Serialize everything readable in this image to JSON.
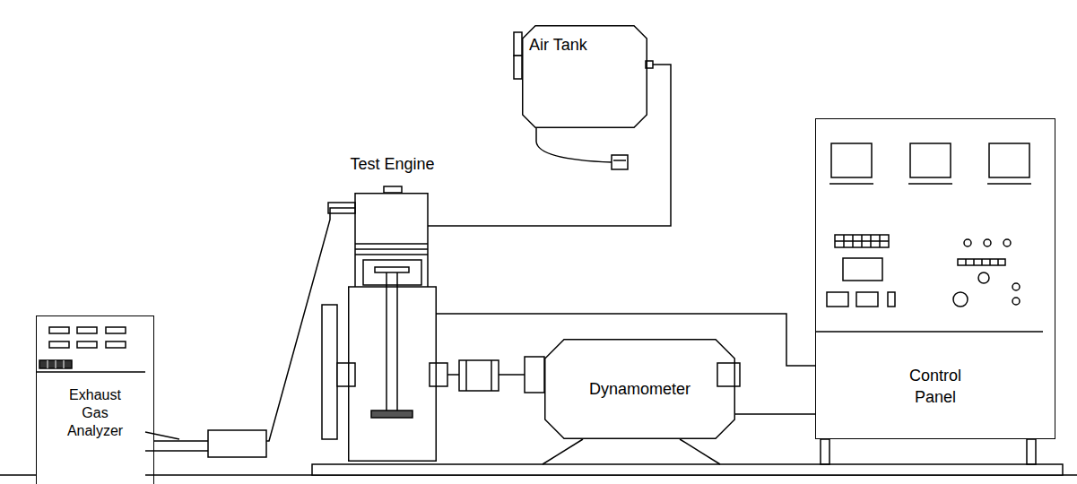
{
  "diagram": {
    "nodes": [
      {
        "text": [
          "Air Tank"
        ]
      },
      {
        "text": [
          "Test Engine"
        ]
      },
      {
        "text": [
          "Exhaust Gas Analyzer"
        ]
      },
      {
        "text": [
          "Dynamometer"
        ]
      },
      {
        "text": [
          "Control Panel"
        ]
      }
    ],
    "edges": [
      {
        "from": 0,
        "to": 1,
        "arrow": "none"
      },
      {
        "from": 1,
        "to": 3,
        "arrow": "none"
      },
      {
        "from": 1,
        "to": 4,
        "arrow": "none"
      },
      {
        "from": 3,
        "to": 4,
        "arrow": "none"
      },
      {
        "from": 1,
        "to": 2,
        "arrow": "none"
      }
    ]
  }
}
